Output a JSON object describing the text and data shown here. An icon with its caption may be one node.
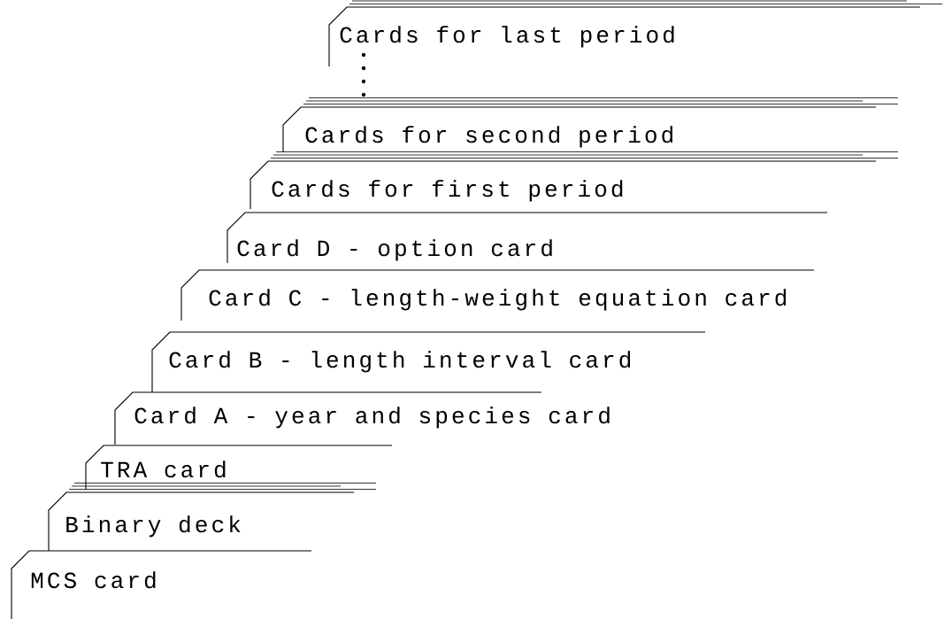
{
  "diagram": {
    "nodes": [
      {
        "text": [
          "Cards for last period"
        ]
      },
      {
        "text": [
          "Cards for second period"
        ]
      },
      {
        "text": [
          "Cards for first period"
        ]
      },
      {
        "text": [
          "Card D - option card"
        ]
      },
      {
        "text": [
          "Card C - length-weight equation card"
        ]
      },
      {
        "text": [
          "Card B - length interval card"
        ]
      },
      {
        "text": [
          "Card A - year and species card"
        ]
      },
      {
        "text": [
          "TRA card"
        ]
      },
      {
        "text": [
          "Binary deck"
        ]
      },
      {
        "text": [
          "MCS card"
        ]
      }
    ]
  }
}
